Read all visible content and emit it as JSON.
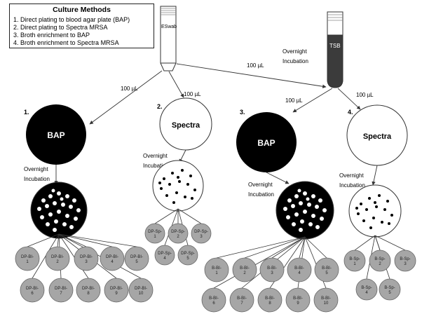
{
  "legend": {
    "title": "Culture Methods",
    "items": [
      "1. Direct plating to blood agar plate (BAP)",
      "2. Direct plating to Spectra MRSA",
      "3. Broth enrichment to BAP",
      "4. Broth enrichment to Spectra MRSA"
    ]
  },
  "eswab_label": "ESwab",
  "tsb_label": "TSB",
  "volume_label": "100 µL",
  "overnight_incubation": [
    "Overnight",
    "Incubation"
  ],
  "plates": {
    "p1": {
      "number": "1.",
      "name": "BAP"
    },
    "p2": {
      "number": "2.",
      "name": "Spectra"
    },
    "p3": {
      "number": "3.",
      "name": "BAP"
    },
    "p4": {
      "number": "4.",
      "name": "Spectra"
    }
  },
  "subcultures": {
    "dp_bap": [
      "DP-BI-1",
      "DP-BI-2",
      "DP-BI-3",
      "DP-BI-4",
      "DP-BI-5",
      "DP-BI-6",
      "DP-BI-7",
      "DP-BI-8",
      "DP-BI-9",
      "DP-BI-10"
    ],
    "dp_sp": [
      "DP-Sp-1",
      "DP-Sp-2",
      "DP-Sp-3",
      "DP-Sp-4",
      "DP-Sp-5"
    ],
    "b_bap": [
      "B-BI-1",
      "B-BI-2",
      "B-BI-3",
      "B-BI-4",
      "B-BI-5",
      "B-BI-6",
      "B-BI-7",
      "B-BI-8",
      "B-BI-9",
      "B-BI-10"
    ],
    "b_sp": [
      "B-Sp-1",
      "B-Sp-2",
      "B-Sp-3",
      "B-Sp-4",
      "B-Sp-5"
    ]
  },
  "colors": {
    "subculture_fill": "#a6a6a6",
    "tsb_fill": "#3b3b3b",
    "plate_dark": "#000000",
    "line": "#333333"
  }
}
